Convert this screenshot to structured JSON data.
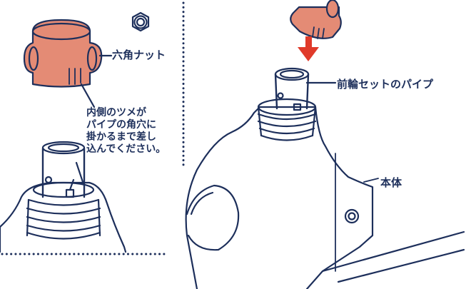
{
  "labels": {
    "hex_nut": "六角ナット",
    "front_wheel_pipe": "前輪セットのパイプ",
    "main_body": "本体",
    "instruction_lines": [
      "内側のツメが",
      "パイプの角穴に",
      "掛かるまで差し",
      "込んでください。"
    ]
  },
  "colors": {
    "outline": "#1d2f5b",
    "cap_fill": "#e48b75",
    "arrow": "#e03a2a",
    "background": "#ffffff"
  },
  "icons": [
    "hex-nut-icon",
    "down-arrow-icon"
  ]
}
